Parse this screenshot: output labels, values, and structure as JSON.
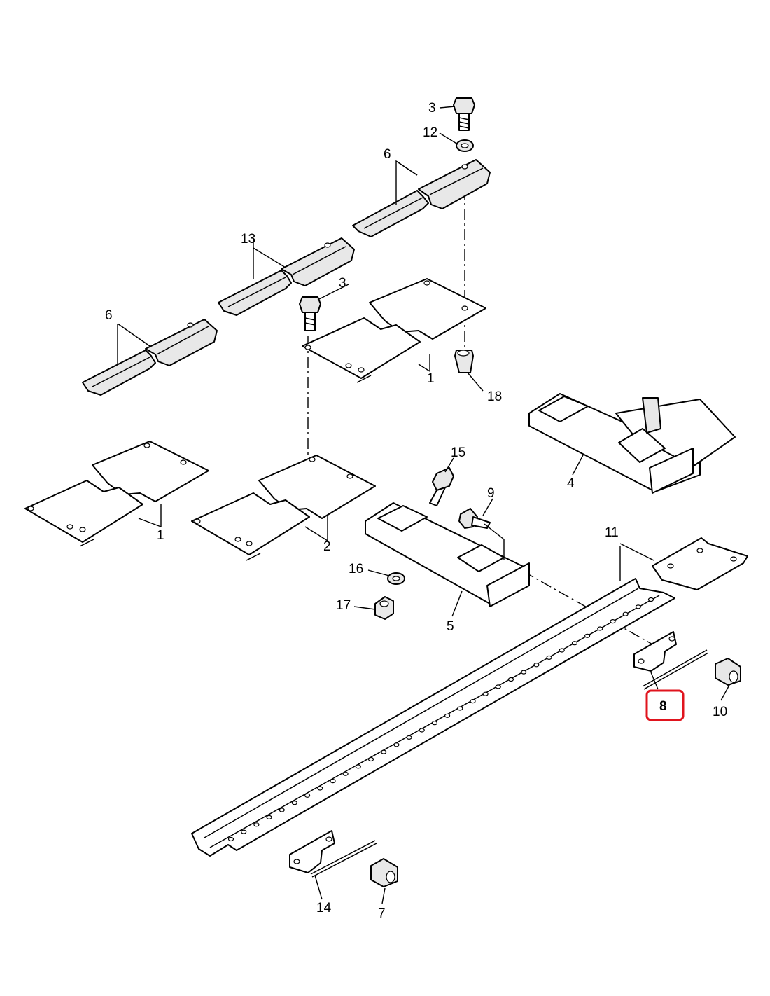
{
  "diagram": {
    "callouts": {
      "c3_top": "3",
      "c12": "12",
      "c6_top": "6",
      "c13": "13",
      "c3_mid": "3",
      "c6_left": "6",
      "c1_mid": "1",
      "c18": "18",
      "c4": "4",
      "c15": "15",
      "c9": "9",
      "c1_left": "1",
      "c2": "2",
      "c16": "16",
      "c17": "17",
      "c5": "5",
      "c11": "11",
      "c8": "8",
      "c10": "10",
      "c14": "14",
      "c7": "7"
    },
    "highlight_color": "#e0141e"
  }
}
